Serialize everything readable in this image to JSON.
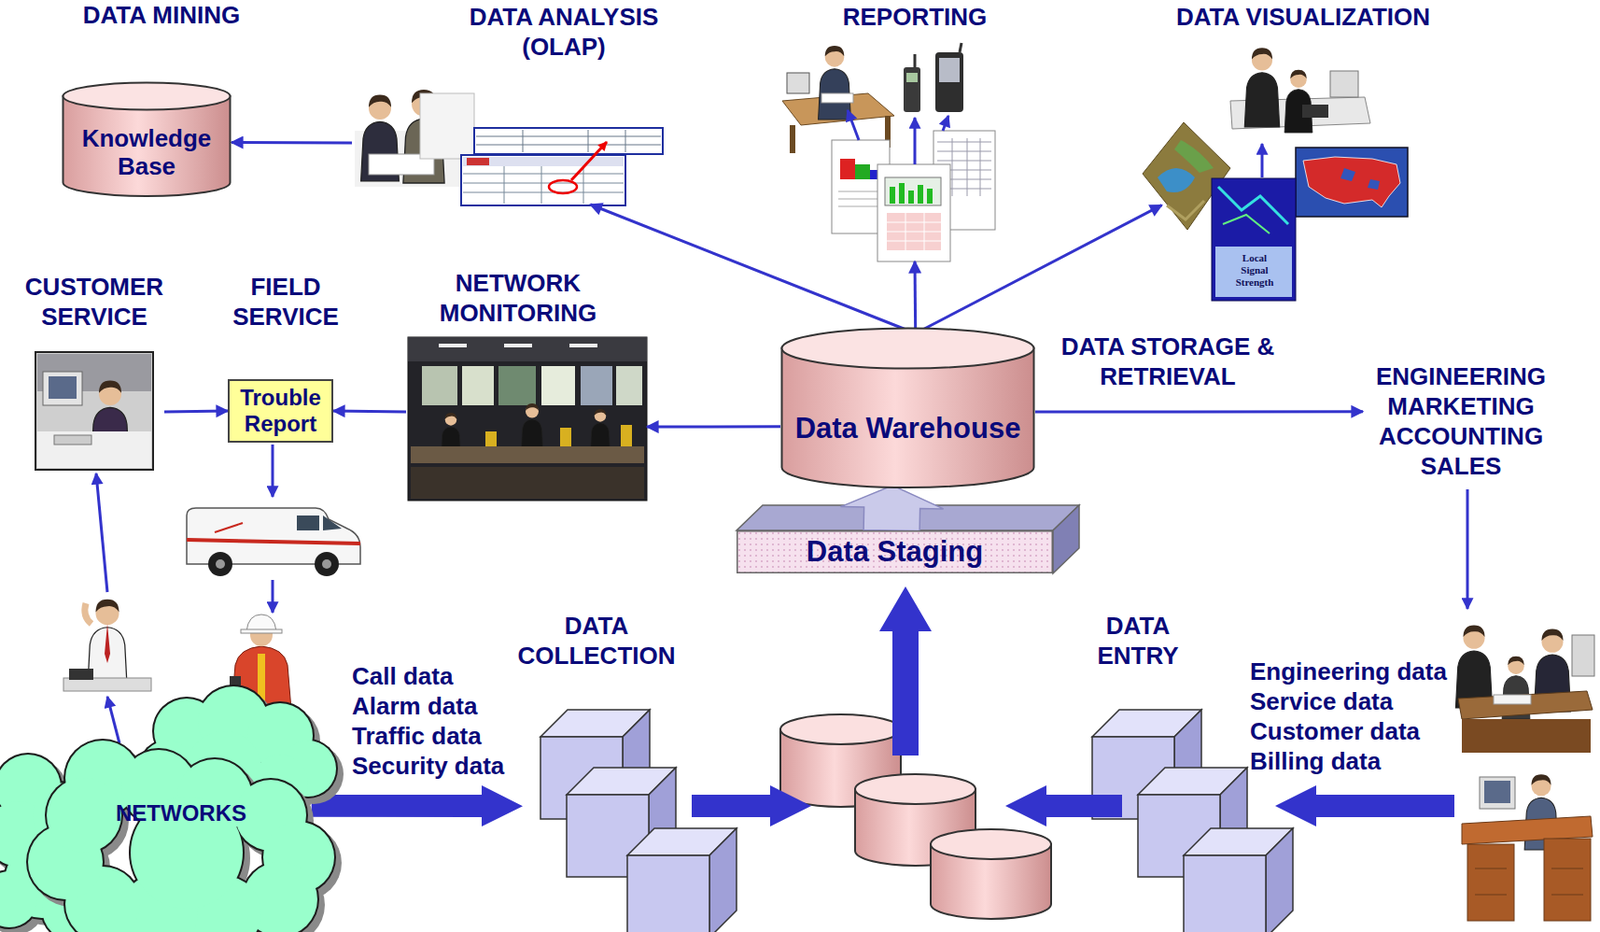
{
  "diagram": {
    "nodes": [
      {
        "text": [
          "Knowledge Base"
        ]
      },
      {
        "text": [
          "DATA ANALYSIS (OLAP)"
        ]
      },
      {
        "text": [
          "REPORTING"
        ]
      },
      {
        "text": [
          "DATA VISUALIZATION"
        ]
      },
      {
        "text": [
          "CUSTOMER SERVICE"
        ]
      },
      {
        "text": [
          "Trouble Report"
        ]
      },
      {
        "text": [
          "NETWORK MONITORING"
        ]
      },
      {
        "text": [
          "Data Warehouse"
        ]
      },
      {
        "text": [
          "ENGINEERING MARKETING ACCOUNTING SALES"
        ]
      },
      {
        "text": [
          "Data Staging"
        ]
      },
      {
        "text": [
          "DATA COLLECTION"
        ]
      },
      {
        "text": [
          "DATA ENTRY"
        ]
      },
      {
        "text": [
          "NETWORKS"
        ]
      }
    ],
    "edges": [
      {
        "from": 7,
        "to": 1,
        "arrow": "to"
      },
      {
        "from": 7,
        "to": 2,
        "arrow": "to"
      },
      {
        "from": 7,
        "to": 3,
        "arrow": "to"
      },
      {
        "from": 1,
        "to": 0,
        "arrow": "to"
      },
      {
        "from": 7,
        "to": 6,
        "arrow": "to"
      },
      {
        "from": 6,
        "to": 5,
        "arrow": "to"
      },
      {
        "from": 4,
        "to": 5,
        "arrow": "to"
      },
      {
        "from": 7,
        "to": 8,
        "arrow": "to"
      },
      {
        "from": 9,
        "to": 7,
        "arrow": "to"
      },
      {
        "from": 12,
        "to": 10,
        "arrow": "to"
      }
    ],
    "labels": [
      "DATA MINING",
      "FIELD SERVICE",
      "DATA STORAGE & RETRIEVAL",
      "Local Signal Strength",
      "Call data",
      "Alarm data",
      "Traffic data",
      "Security data",
      "Engineering data",
      "Service data",
      "Customer data",
      "Billing data"
    ]
  }
}
